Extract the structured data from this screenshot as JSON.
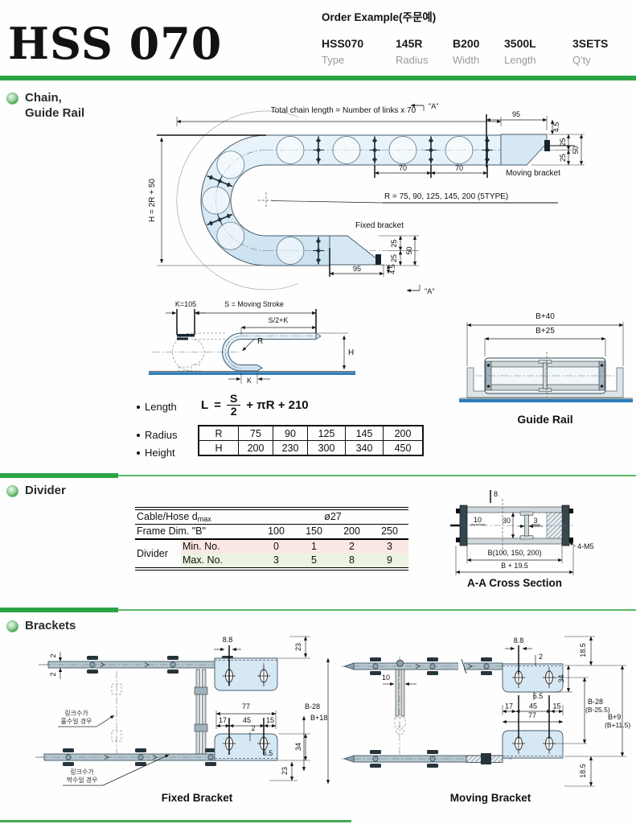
{
  "header": {
    "model": "HSS 070",
    "order_title": "Order Example(주문예)",
    "order_fields": [
      {
        "value": "HSS070",
        "label": "Type"
      },
      {
        "value": "145R",
        "label": "Radius"
      },
      {
        "value": "B200",
        "label": "Width"
      },
      {
        "value": "3500L",
        "label": "Length"
      },
      {
        "value": "3SETS",
        "label": "Q'ty"
      }
    ]
  },
  "chain": {
    "heading1": "Chain,",
    "heading2": "Guide Rail",
    "total_note": "Total chain length = Number of links x 70",
    "a_mark": "\"A\"",
    "h_label": "H = 2R + 50",
    "r_note": "R = 75, 90, 125, 145, 200 (5TYPE)",
    "moving_bracket": "Moving bracket",
    "fixed_bracket": "Fixed bracket",
    "d95": "95",
    "d45": "4.5",
    "d25": "25",
    "d50": "50",
    "d70": "70",
    "stroke": {
      "k105": "K=105",
      "s": "S = Moving Stroke",
      "s2k": "S/2+K",
      "r": "R",
      "h": "H",
      "k": "K"
    },
    "length_label": "Length",
    "radius_label": "Radius",
    "height_label": "Height",
    "formula": {
      "lhs": "L",
      "eq": "=",
      "num": "S",
      "den": "2",
      "rest": "+ πR + 210"
    },
    "table": {
      "r_row": [
        "R",
        "75",
        "90",
        "125",
        "145",
        "200"
      ],
      "h_row": [
        "H",
        "200",
        "230",
        "300",
        "340",
        "450"
      ]
    },
    "guide_rail": {
      "b40": "B+40",
      "b25": "B+25",
      "caption": "Guide Rail"
    }
  },
  "divider": {
    "heading": "Divider",
    "table": {
      "row1_label": "Cable/Hose d",
      "row1_sub": "max",
      "row1_value": "ø27",
      "row2_label": "Frame Dim. \"B\"",
      "row2_values": [
        "100",
        "150",
        "200",
        "250"
      ],
      "group_label": "Divider",
      "min_label": "Min. No.",
      "min_values": [
        "0",
        "1",
        "2",
        "3"
      ],
      "max_label": "Max. No.",
      "max_values": [
        "3",
        "5",
        "8",
        "9"
      ]
    },
    "cross": {
      "d8": "8",
      "d10": "10",
      "d30": "30",
      "d3": "3",
      "m5": "4-M5",
      "b_range": "B(100, 150, 200)",
      "b_total": "B + 19.5",
      "caption": "A-A Cross Section"
    }
  },
  "brackets": {
    "heading": "Brackets",
    "fixed": {
      "caption": "Fixed Bracket",
      "d2": "2",
      "d88": "8.8",
      "d23": "23",
      "d77": "77",
      "d17": "17",
      "d45": "45",
      "d15": "15",
      "b28": "B-28",
      "b18": "B+18",
      "d65": "6.5",
      "d34": "34",
      "note_odd1": "링크수가",
      "note_odd2": "홀수일 경우",
      "note_even1": "링크수가",
      "note_even2": "짝수일 경우"
    },
    "moving": {
      "caption": "Moving Bracket",
      "d88": "8.8",
      "d2": "2",
      "d185": "18.5",
      "d10": "10",
      "d34": "34",
      "d65": "6.5",
      "d17": "17",
      "d45": "45",
      "d15": "15",
      "d77": "77",
      "b28": "B-28",
      "b255": "(B-25.5)",
      "b9": "B+9",
      "b115": "(B+11.5)"
    }
  }
}
